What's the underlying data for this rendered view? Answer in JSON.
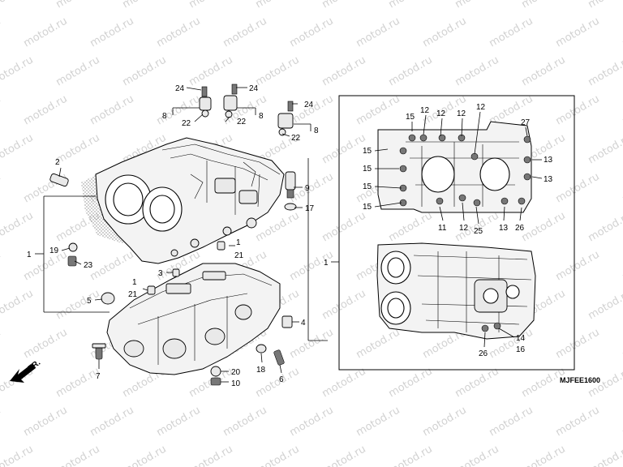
{
  "watermark": "motod.ru",
  "drawing_code": "MJFEE1600",
  "direction_label": "FR.",
  "callouts": {
    "c1_left": "1",
    "c2": "2",
    "c19": "19",
    "c23": "23",
    "c24_a": "24",
    "c24_b": "24",
    "c8_a": "8",
    "c22_a": "22",
    "c22_b": "22",
    "c8_b": "8",
    "c24_c": "24",
    "c22_c": "22",
    "c8_c": "8",
    "c9": "9",
    "c17": "17",
    "c1_mid": "1",
    "c21_a": "21",
    "c3": "3",
    "c1_low": "1",
    "c21_b": "21",
    "c5": "5",
    "c4": "4",
    "c7": "7",
    "c20": "20",
    "c10": "10",
    "c18": "18",
    "c6": "6",
    "c1_right": "1",
    "r15_a": "15",
    "r12_a": "12",
    "r12_b": "12",
    "r12_c": "12",
    "r12_d": "12",
    "r27": "27",
    "r15_b": "15",
    "r15_c": "15",
    "r15_d": "15",
    "r15_e": "15",
    "r13_a": "13",
    "r13_b": "13",
    "r11": "11",
    "r12_e": "12",
    "r25": "25",
    "r13_c": "13",
    "r26_a": "26",
    "r14": "14",
    "r16": "16",
    "r26_b": "26"
  }
}
